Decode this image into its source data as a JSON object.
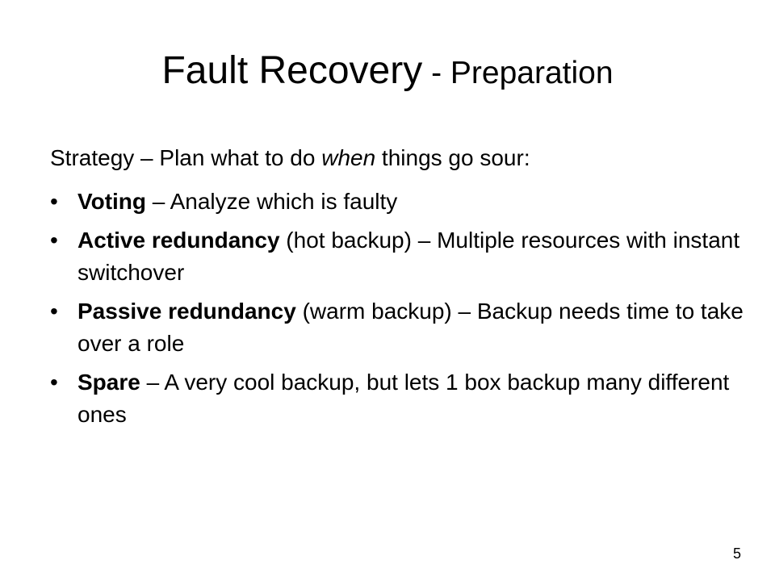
{
  "slide": {
    "title_main": "Fault Recovery",
    "title_sub": " - Preparation",
    "intro_prefix": "Strategy – Plan what to do ",
    "intro_emphasis": "when",
    "intro_suffix": " things go sour:",
    "bullet_glyph": "•",
    "bullets": [
      {
        "term": "Voting",
        "text": " – Analyze which is faulty"
      },
      {
        "term": "Active redundancy",
        "text": " (hot backup) – Multiple resources with instant switchover"
      },
      {
        "term": "Passive redundancy",
        "text": " (warm backup) – Backup needs time to take over a role"
      },
      {
        "term": "Spare",
        "text": " – A very cool backup, but lets 1 box backup many different ones"
      }
    ],
    "page_number": "5"
  }
}
